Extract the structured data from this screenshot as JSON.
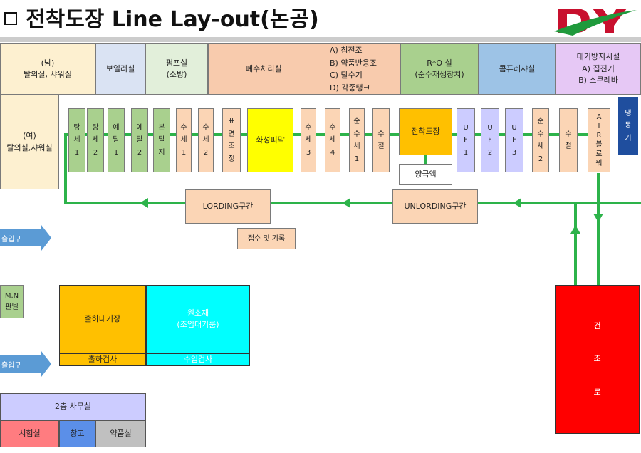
{
  "title": "전착도장 Line Lay-out(논공)",
  "logo_text": "DY",
  "top_rooms": {
    "dressing_male": [
      "(남)",
      "탈의실, 샤워실"
    ],
    "boiler": "보일러실",
    "pump": [
      "펌프실",
      "(소방)"
    ],
    "wastewater": "폐수처리실",
    "wastewater_list": [
      "A) 침전조",
      "B) 약품반응조",
      "C) 탈수기",
      "D) 각종탱크"
    ],
    "ro": [
      "R*O 실",
      "(순수재생장치)"
    ],
    "compressor": "콤퓨레샤실",
    "air_prevention": [
      "대기방지시설",
      "A) 집진기",
      "B) 스쿠레바"
    ]
  },
  "dressing_female": [
    "(여)",
    "탈의실,샤워실"
  ],
  "tanks": [
    {
      "id": "t1",
      "chars": [
        "탕",
        "세",
        "1"
      ]
    },
    {
      "id": "t2",
      "chars": [
        "탕",
        "세",
        "2"
      ]
    },
    {
      "id": "t3",
      "chars": [
        "예",
        "탈",
        "1"
      ]
    },
    {
      "id": "t4",
      "chars": [
        "예",
        "탈",
        "2"
      ]
    },
    {
      "id": "t5",
      "chars": [
        "본",
        "탈",
        "지"
      ]
    },
    {
      "id": "t6",
      "chars": [
        "수",
        "세",
        "1"
      ]
    },
    {
      "id": "t7",
      "chars": [
        "수",
        "세",
        "2"
      ]
    },
    {
      "id": "t8",
      "chars": [
        "표",
        "면",
        "조",
        "정"
      ]
    },
    {
      "id": "t10",
      "chars": [
        "수",
        "세",
        "3"
      ]
    },
    {
      "id": "t11",
      "chars": [
        "수",
        "세",
        "4"
      ]
    },
    {
      "id": "t12",
      "chars": [
        "순",
        "수",
        "세",
        "1"
      ]
    },
    {
      "id": "t13",
      "chars": [
        "수",
        "절"
      ]
    },
    {
      "id": "t15",
      "chars": [
        "U",
        "F",
        "1"
      ]
    },
    {
      "id": "t16",
      "chars": [
        "U",
        "F",
        "2"
      ]
    },
    {
      "id": "t17",
      "chars": [
        "U",
        "F",
        "3"
      ]
    },
    {
      "id": "t18",
      "chars": [
        "순",
        "수",
        "세",
        "2"
      ]
    },
    {
      "id": "t19",
      "chars": [
        "수",
        "절"
      ]
    },
    {
      "id": "t20",
      "chars": [
        "A",
        "I",
        "R",
        "블",
        "로",
        "워"
      ]
    }
  ],
  "phosphate": "화성피막",
  "electro_tank": "전착도장",
  "anode": "양극액",
  "cooler": [
    "냉",
    "동",
    "기"
  ],
  "loading": "LORDING구간",
  "unloading": "UNLORDING구간",
  "receiving": "접수 및 기록",
  "entrances": {
    "top": "출입구",
    "bottom": "출입구"
  },
  "mn_panel": [
    "M.N",
    "판넬"
  ],
  "shipping_wait": "출하대기장",
  "shipping_inspect": "출하검사",
  "materials": [
    "원소재",
    "(조입대기룸)"
  ],
  "incoming_inspect": "수입검사",
  "oven": [
    "건",
    "조",
    "로"
  ],
  "office": {
    "name": "2층 사무실",
    "rooms": [
      "시험실",
      "창고",
      "약품실"
    ]
  },
  "colors": {
    "line": "#2db34a",
    "entrance_arrow": "#5b9bd5",
    "oven": "#ff0000",
    "electro": "#ffc000",
    "phosphate": "#ffff00"
  }
}
